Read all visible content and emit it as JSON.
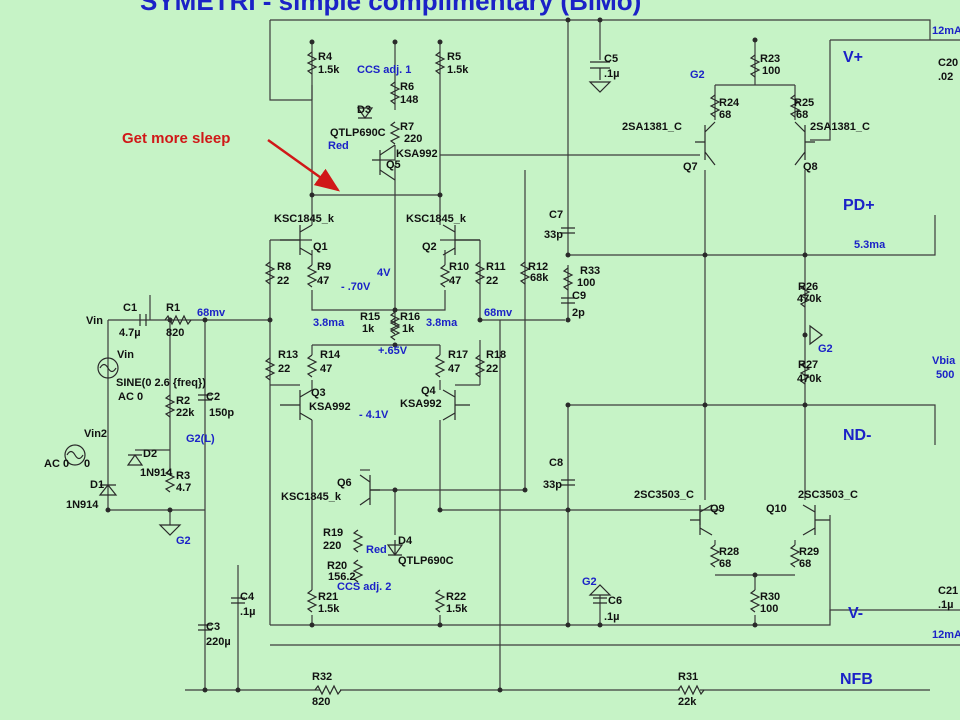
{
  "title": "SYMETRI - simple complimentary (BiMo)",
  "annotation": {
    "text": "Get more sleep",
    "color": "#d01818"
  },
  "rails": {
    "vplus": "V+",
    "pdplus": "PD+",
    "ndminus": "ND-",
    "vminus": "V-",
    "nfb": "NFB"
  },
  "edge_labels": {
    "i_top": "12mA",
    "c_top": "C20",
    "c_top_val": ".02",
    "vbias": "Vbia",
    "vbias_val": "500",
    "c_bot": "C21",
    "c_bot_val": ".1µ",
    "i_bot": "12mA"
  },
  "colors": {
    "background": "#c6f3c6",
    "wire": "#3c3c3c",
    "label_blue": "#1b22c7",
    "arrow_red": "#d01818"
  },
  "components": {
    "R4": "R4",
    "R4v": "1.5k",
    "R5": "R5",
    "R5v": "1.5k",
    "R6": "R6",
    "R6v": "148",
    "R7": "R7",
    "R7v": "220",
    "ccs1": "CCS adj. 1",
    "D3": "D3",
    "D3v": "QTLP690C",
    "D3c": "Red",
    "Q5": "Q5",
    "Q5t": "KSA992",
    "C5": "C5",
    "C5v": ".1µ",
    "R23": "R23",
    "R23v": "100",
    "R24": "R24",
    "R24v": "68",
    "R25": "R25",
    "R25v": "68",
    "Q7": "Q7",
    "Q7t": "2SA1381_C",
    "Q8": "Q8",
    "Q8t": "2SA1381_C",
    "G2a": "G2",
    "Q1": "Q1",
    "Q1t": "KSC1845_k",
    "Q2": "Q2",
    "Q2t": "KSC1845_k",
    "R8": "R8",
    "R8v": "22",
    "R9": "R9",
    "R9v": "47",
    "R10": "R10",
    "R10v": "47",
    "R11": "R11",
    "R11v": "22",
    "R12": "R12",
    "R12v": "68k",
    "C7": "C7",
    "C7v": "33p",
    "R33": "R33",
    "R33v": "100",
    "C9": "C9",
    "C9v": "2p",
    "R26": "R26",
    "R26v": "470k",
    "R27": "R27",
    "R27v": "470k",
    "G2b": "G2",
    "v4": "4V",
    "vm70": "- .70V",
    "i38a": "3.8ma",
    "i38b": "3.8ma",
    "m68a": "68mv",
    "m68b": "68mv",
    "i53": "5.3ma",
    "R15": "R15",
    "R15v": "1k",
    "R16": "R16",
    "R16v": "1k",
    "vp65": "+.65V",
    "Vin": "Vin",
    "C1": "C1",
    "C1v": "4.7µ",
    "R1": "R1",
    "R1v": "820",
    "VinSrc": "Vin",
    "sine": "SINE(0 2.6 {freq})",
    "ac0a": "AC 0",
    "R2": "R2",
    "R2v": "22k",
    "C2": "C2",
    "C2v": "150p",
    "G2L": "G2(L)",
    "Vin2": "Vin2",
    "ac0b": "AC 0",
    "zero": "0",
    "D1": "D1",
    "D1v": "1N914",
    "D2": "D2",
    "D2v": "1N914",
    "R3": "R3",
    "R3v": "4.7",
    "G2c": "G2",
    "R13": "R13",
    "R13v": "22",
    "R14": "R14",
    "R14v": "47",
    "R17": "R17",
    "R17v": "47",
    "R18": "R18",
    "R18v": "22",
    "Q3": "Q3",
    "Q3t": "KSA992",
    "Q4": "Q4",
    "Q4t": "KSA992",
    "vm41": "- 4.1V",
    "C8": "C8",
    "C8v": "33p",
    "Q9": "Q9",
    "Q9t": "2SC3503_C",
    "Q10": "Q10",
    "Q10t": "2SC3503_C",
    "Q6": "Q6",
    "Q6t": "KSC1845_k",
    "R19": "R19",
    "R19v": "220",
    "R20": "R20",
    "R20v": "156.2",
    "D4": "D4",
    "D4v": "QTLP690C",
    "D4c": "Red",
    "ccs2": "CCS adj. 2",
    "R28": "R28",
    "R28v": "68",
    "R29": "R29",
    "R29v": "68",
    "R30": "R30",
    "R30v": "100",
    "G2d": "G2",
    "C6": "C6",
    "C6v": ".1µ",
    "R21": "R21",
    "R21v": "1.5k",
    "R22": "R22",
    "R22v": "1.5k",
    "C4": "C4",
    "C4v": ".1µ",
    "C3": "C3",
    "C3v": "220µ",
    "R32": "R32",
    "R32v": "820",
    "R31": "R31",
    "R31v": "22k"
  }
}
